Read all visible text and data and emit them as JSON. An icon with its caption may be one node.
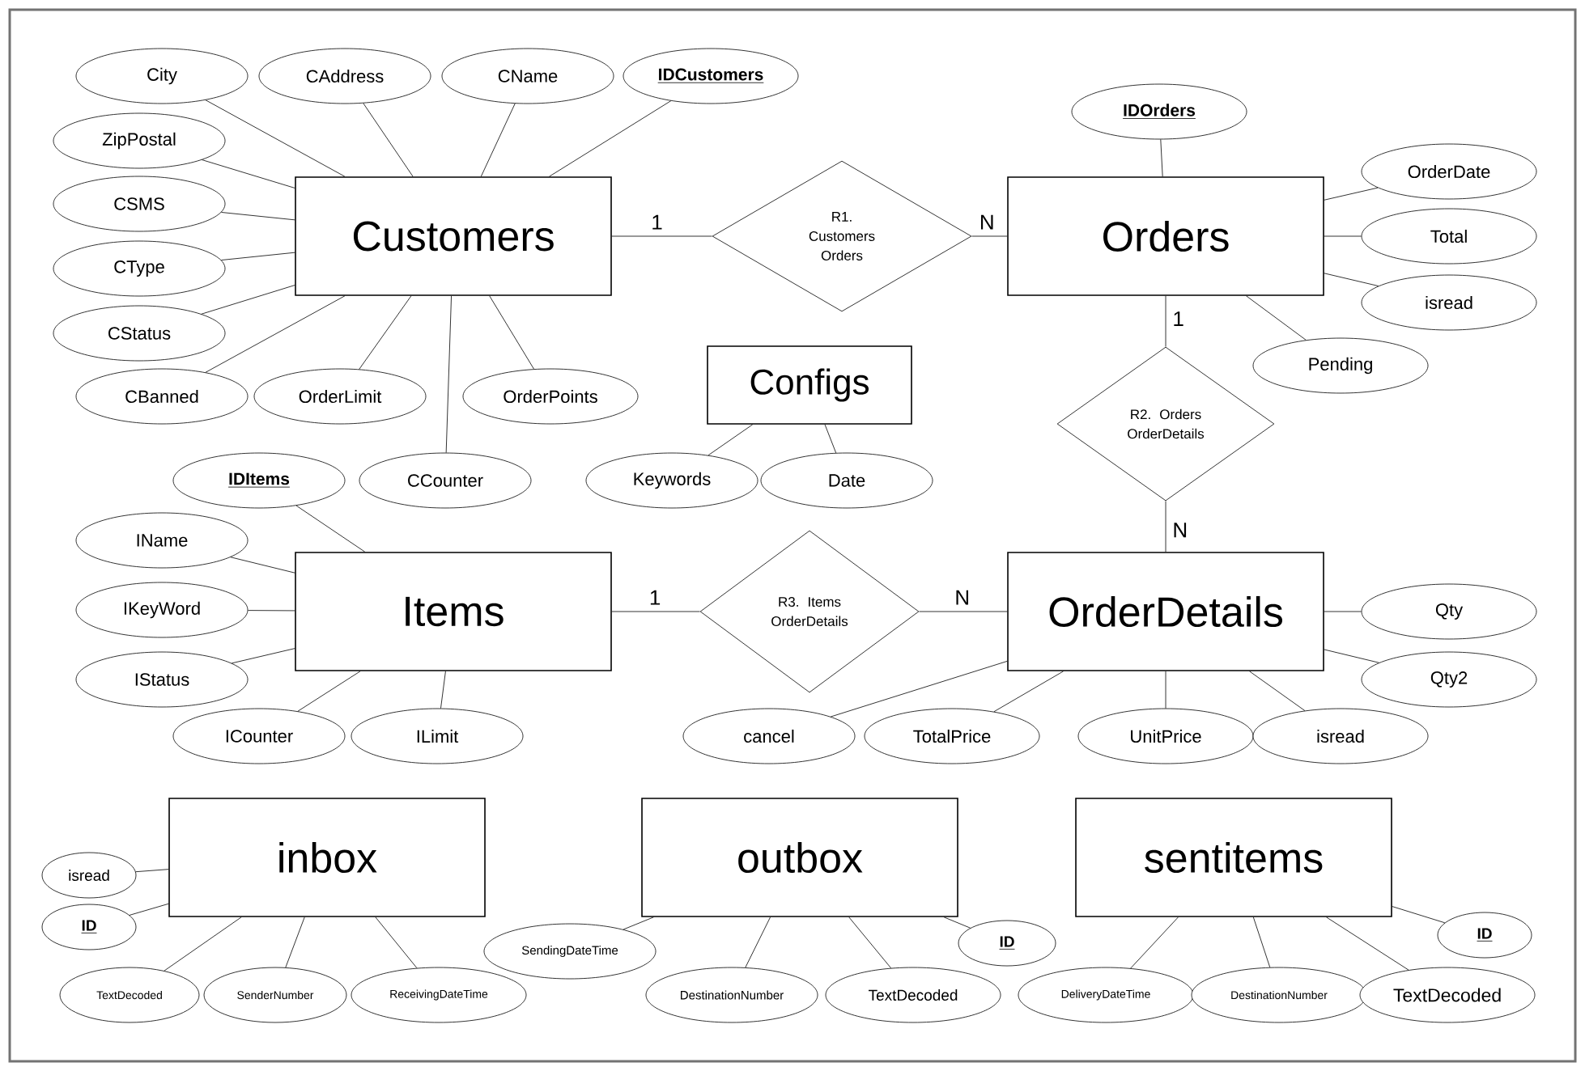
{
  "diagram": {
    "nodes": [
      {
        "text": [
          "Customers"
        ]
      },
      {
        "text": [
          "City"
        ]
      },
      {
        "text": [
          "CAddress"
        ]
      },
      {
        "text": [
          "CName"
        ]
      },
      {
        "text": [
          "IDCustomers"
        ]
      },
      {
        "text": [
          "ZipPostal"
        ]
      },
      {
        "text": [
          "CSMS"
        ]
      },
      {
        "text": [
          "CType"
        ]
      },
      {
        "text": [
          "CStatus"
        ]
      },
      {
        "text": [
          "CBanned"
        ]
      },
      {
        "text": [
          "OrderLimit"
        ]
      },
      {
        "text": [
          "OrderPoints"
        ]
      },
      {
        "text": [
          "CCounter"
        ]
      },
      {
        "text": [
          "R1. Customers Orders"
        ]
      },
      {
        "text": [
          "Orders"
        ]
      },
      {
        "text": [
          "IDOrders"
        ]
      },
      {
        "text": [
          "OrderDate"
        ]
      },
      {
        "text": [
          "Total"
        ]
      },
      {
        "text": [
          "isread"
        ]
      },
      {
        "text": [
          "Pending"
        ]
      },
      {
        "text": [
          "R2. Orders OrderDetails"
        ]
      },
      {
        "text": [
          "Configs"
        ]
      },
      {
        "text": [
          "Keywords"
        ]
      },
      {
        "text": [
          "Date"
        ]
      },
      {
        "text": [
          "Items"
        ]
      },
      {
        "text": [
          "IDItems"
        ]
      },
      {
        "text": [
          "IName"
        ]
      },
      {
        "text": [
          "IKeyWord"
        ]
      },
      {
        "text": [
          "IStatus"
        ]
      },
      {
        "text": [
          "ICounter"
        ]
      },
      {
        "text": [
          "ILimit"
        ]
      },
      {
        "text": [
          "R3. Items OrderDetails"
        ]
      },
      {
        "text": [
          "OrderDetails"
        ]
      },
      {
        "text": [
          "Qty"
        ]
      },
      {
        "text": [
          "Qty2"
        ]
      },
      {
        "text": [
          "cancel"
        ]
      },
      {
        "text": [
          "TotalPrice"
        ]
      },
      {
        "text": [
          "UnitPrice"
        ]
      },
      {
        "text": [
          "isread"
        ]
      },
      {
        "text": [
          "inbox"
        ]
      },
      {
        "text": [
          "isread"
        ]
      },
      {
        "text": [
          "ID"
        ]
      },
      {
        "text": [
          "TextDecoded"
        ]
      },
      {
        "text": [
          "SenderNumber"
        ]
      },
      {
        "text": [
          "ReceivingDateTime"
        ]
      },
      {
        "text": [
          "outbox"
        ]
      },
      {
        "text": [
          "SendingDateTime"
        ]
      },
      {
        "text": [
          "DestinationNumber"
        ]
      },
      {
        "text": [
          "TextDecoded"
        ]
      },
      {
        "text": [
          "ID"
        ]
      },
      {
        "text": [
          "sentitems"
        ]
      },
      {
        "text": [
          "DeliveryDateTime"
        ]
      },
      {
        "text": [
          "DestinationNumber"
        ]
      },
      {
        "text": [
          "TextDecoded"
        ]
      },
      {
        "text": [
          "ID"
        ]
      }
    ],
    "edges": [
      {
        "from": 0,
        "to": 13,
        "arrow": "none",
        "label": "1"
      },
      {
        "from": 13,
        "to": 14,
        "arrow": "none",
        "label": "N"
      },
      {
        "from": 14,
        "to": 20,
        "arrow": "none",
        "label": "1"
      },
      {
        "from": 20,
        "to": 32,
        "arrow": "none",
        "label": "N"
      },
      {
        "from": 24,
        "to": 31,
        "arrow": "none",
        "label": "1"
      },
      {
        "from": 31,
        "to": 32,
        "arrow": "none",
        "label": "N"
      },
      {
        "from": 0,
        "to": 1,
        "arrow": "none"
      },
      {
        "from": 0,
        "to": 2,
        "arrow": "none"
      },
      {
        "from": 0,
        "to": 3,
        "arrow": "none"
      },
      {
        "from": 0,
        "to": 4,
        "arrow": "none"
      },
      {
        "from": 0,
        "to": 5,
        "arrow": "none"
      },
      {
        "from": 0,
        "to": 6,
        "arrow": "none"
      },
      {
        "from": 0,
        "to": 7,
        "arrow": "none"
      },
      {
        "from": 0,
        "to": 8,
        "arrow": "none"
      },
      {
        "from": 0,
        "to": 9,
        "arrow": "none"
      },
      {
        "from": 0,
        "to": 10,
        "arrow": "none"
      },
      {
        "from": 0,
        "to": 11,
        "arrow": "none"
      },
      {
        "from": 0,
        "to": 12,
        "arrow": "none"
      },
      {
        "from": 14,
        "to": 15,
        "arrow": "none"
      },
      {
        "from": 14,
        "to": 16,
        "arrow": "none"
      },
      {
        "from": 14,
        "to": 17,
        "arrow": "none"
      },
      {
        "from": 14,
        "to": 18,
        "arrow": "none"
      },
      {
        "from": 14,
        "to": 19,
        "arrow": "none"
      },
      {
        "from": 21,
        "to": 22,
        "arrow": "none"
      },
      {
        "from": 21,
        "to": 23,
        "arrow": "none"
      },
      {
        "from": 24,
        "to": 25,
        "arrow": "none"
      },
      {
        "from": 24,
        "to": 26,
        "arrow": "none"
      },
      {
        "from": 24,
        "to": 27,
        "arrow": "none"
      },
      {
        "from": 24,
        "to": 28,
        "arrow": "none"
      },
      {
        "from": 24,
        "to": 29,
        "arrow": "none"
      },
      {
        "from": 24,
        "to": 30,
        "arrow": "none"
      },
      {
        "from": 32,
        "to": 33,
        "arrow": "none"
      },
      {
        "from": 32,
        "to": 34,
        "arrow": "none"
      },
      {
        "from": 32,
        "to": 35,
        "arrow": "none"
      },
      {
        "from": 32,
        "to": 36,
        "arrow": "none"
      },
      {
        "from": 32,
        "to": 37,
        "arrow": "none"
      },
      {
        "from": 32,
        "to": 38,
        "arrow": "none"
      },
      {
        "from": 39,
        "to": 40,
        "arrow": "none"
      },
      {
        "from": 39,
        "to": 41,
        "arrow": "none"
      },
      {
        "from": 39,
        "to": 42,
        "arrow": "none"
      },
      {
        "from": 39,
        "to": 43,
        "arrow": "none"
      },
      {
        "from": 39,
        "to": 44,
        "arrow": "none"
      },
      {
        "from": 45,
        "to": 46,
        "arrow": "none"
      },
      {
        "from": 45,
        "to": 47,
        "arrow": "none"
      },
      {
        "from": 45,
        "to": 48,
        "arrow": "none"
      },
      {
        "from": 45,
        "to": 49,
        "arrow": "none"
      },
      {
        "from": 50,
        "to": 51,
        "arrow": "none"
      },
      {
        "from": 50,
        "to": 52,
        "arrow": "none"
      },
      {
        "from": 50,
        "to": 53,
        "arrow": "none"
      },
      {
        "from": 50,
        "to": 54,
        "arrow": "none"
      }
    ]
  }
}
